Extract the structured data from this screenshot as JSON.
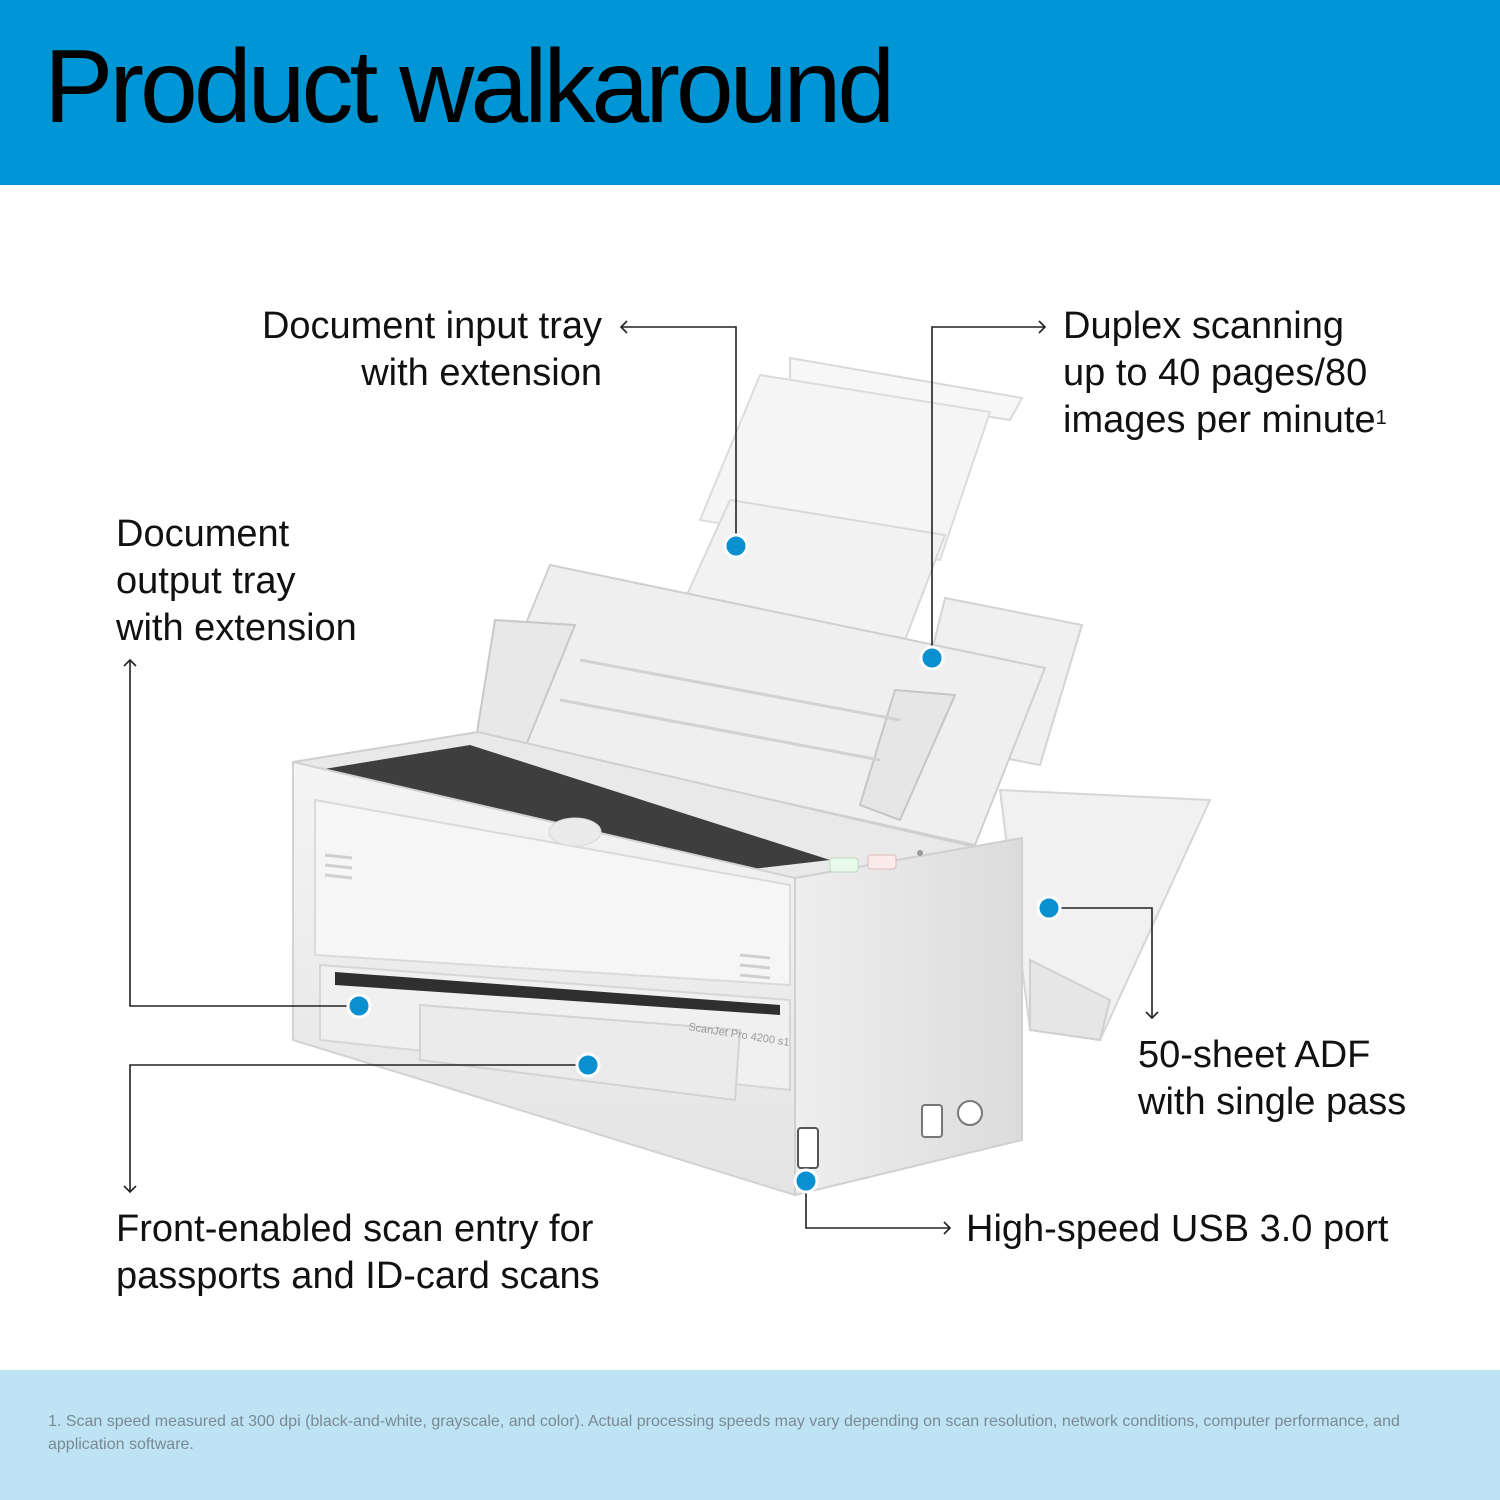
{
  "header": {
    "title": "Product walkaround",
    "background_color": "#0096d6"
  },
  "callouts": {
    "input_tray": {
      "line1": "Document input tray",
      "line2": "with extension"
    },
    "duplex": {
      "line1": "Duplex scanning",
      "line2": "up to 40 pages/80",
      "line3": "images per minute",
      "footnote_mark": "1"
    },
    "output_tray": {
      "line1": "Document",
      "line2": "output tray",
      "line3": "with extension"
    },
    "adf": {
      "line1": "50-sheet ADF",
      "line2": "with single pass"
    },
    "front_entry": {
      "line1": "Front-enabled scan entry for",
      "line2": "passports and ID-card scans"
    },
    "usb": {
      "line1": "High-speed USB 3.0 port"
    }
  },
  "product": {
    "model_label": "ScanJet Pro 4200 s1",
    "brand_logo": "hp-logo"
  },
  "marker_color": "#0a8fd1",
  "footer": {
    "footnote": "1. Scan speed measured at 300 dpi (black-and-white, grayscale, and color). Actual processing speeds may vary depending on scan resolution, network conditions, computer performance, and application software.",
    "background_color": "#bde3f5"
  }
}
